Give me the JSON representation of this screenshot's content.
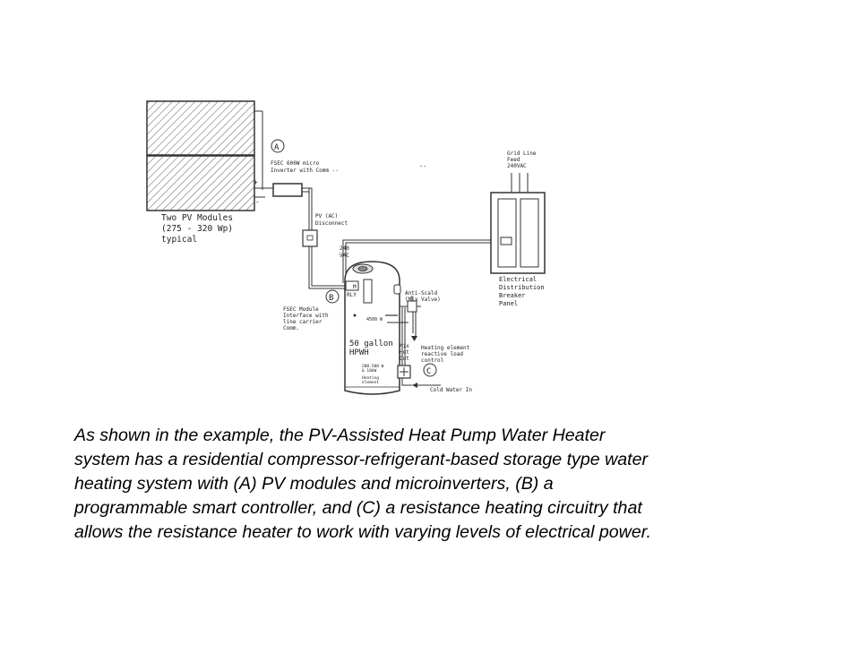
{
  "diagram": {
    "marker_a": "A",
    "marker_b": "B",
    "marker_c": "C",
    "inverter_label": [
      "FSEC 600W micro",
      "Inverter with Comm --"
    ],
    "stray_mark": "--",
    "pv_label": [
      "Two PV Modules",
      "(275 - 320 Wp)",
      "typical"
    ],
    "plus_sign": "+",
    "minus_sign": "-",
    "disconnect_label": [
      "PV (AC)",
      "Disconnect"
    ],
    "vac_label": [
      "240",
      "VAC"
    ],
    "grid_label": [
      "Grid Line",
      "Feed",
      "240VAC"
    ],
    "panel_label": [
      "Electrical",
      "Distribution",
      "Breaker",
      "Panel"
    ],
    "module_label": [
      "FSEC Module",
      "Interface with",
      "line carrier",
      "Comm."
    ],
    "rly_label": "RLY",
    "m_label": "M",
    "antiscald_label": [
      "Anti-Scald",
      "(Mix Valve)"
    ],
    "element_4500": "4500 W",
    "tank_label": [
      "50 gallon",
      "HPWH"
    ],
    "mix_label": [
      "Mix",
      "Hot",
      "Out"
    ],
    "control_label": [
      "Heating element",
      "reactive load",
      "control"
    ],
    "small_element_label": [
      "200-500 W",
      "& 10kW",
      "Heating",
      "element"
    ],
    "cold_label": "Cold Water In"
  },
  "caption": [
    "As shown in the example, the PV-Assisted Heat Pump Water Heater",
    "system has a residential compressor-refrigerant-based storage type water",
    "heating system with (A) PV modules and microinverters, (B) a",
    "programmable smart controller, and (C) a resistance heating circuitry that",
    "allows the resistance heater to work with varying levels of electrical power."
  ]
}
